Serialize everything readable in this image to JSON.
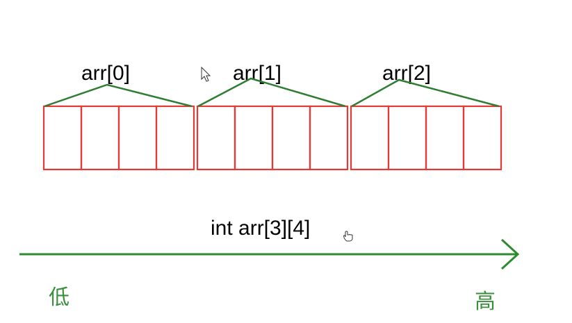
{
  "colors": {
    "cell_border": "#e53935",
    "bracket_line": "#2e7d32",
    "axis_arrow": "#2e8b2e",
    "axis_label": "#3a8f3a",
    "text": "#000000"
  },
  "groups": [
    {
      "label": "arr[0]",
      "cells": 4
    },
    {
      "label": "arr[1]",
      "cells": 4
    },
    {
      "label": "arr[2]",
      "cells": 4
    }
  ],
  "declaration": "int arr[3][4]",
  "axis": {
    "low_label": "低",
    "high_label": "高"
  },
  "icons": {
    "cursor": "mouse-pointer-icon",
    "hand": "hand-cursor-icon"
  }
}
